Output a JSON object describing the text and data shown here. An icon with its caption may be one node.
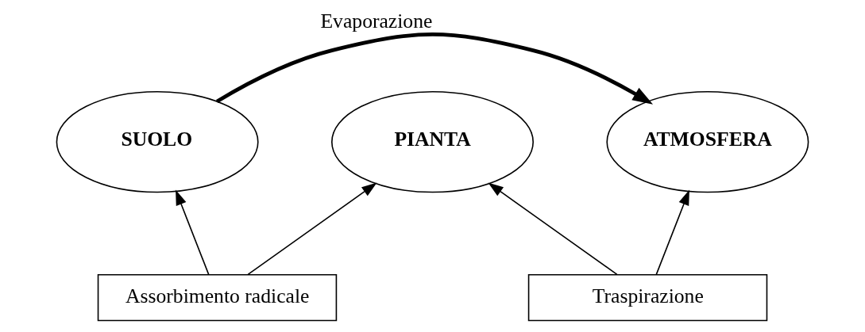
{
  "diagram": {
    "nodes": [
      {
        "text": [
          "SUOLO"
        ]
      },
      {
        "text": [
          "PIANTA"
        ]
      },
      {
        "text": [
          "ATMOSFERA"
        ]
      },
      {
        "text": [
          "Assorbimento radicale"
        ]
      },
      {
        "text": [
          "Traspirazione"
        ]
      }
    ],
    "edges": [
      {
        "from": 0,
        "to": 2,
        "arrow": "to",
        "label": "Evaporazione",
        "style": "thick"
      },
      {
        "from": 3,
        "to": 0,
        "arrow": "to"
      },
      {
        "from": 3,
        "to": 1,
        "arrow": "to"
      },
      {
        "from": 4,
        "to": 1,
        "arrow": "to"
      },
      {
        "from": 4,
        "to": 2,
        "arrow": "to"
      }
    ]
  }
}
